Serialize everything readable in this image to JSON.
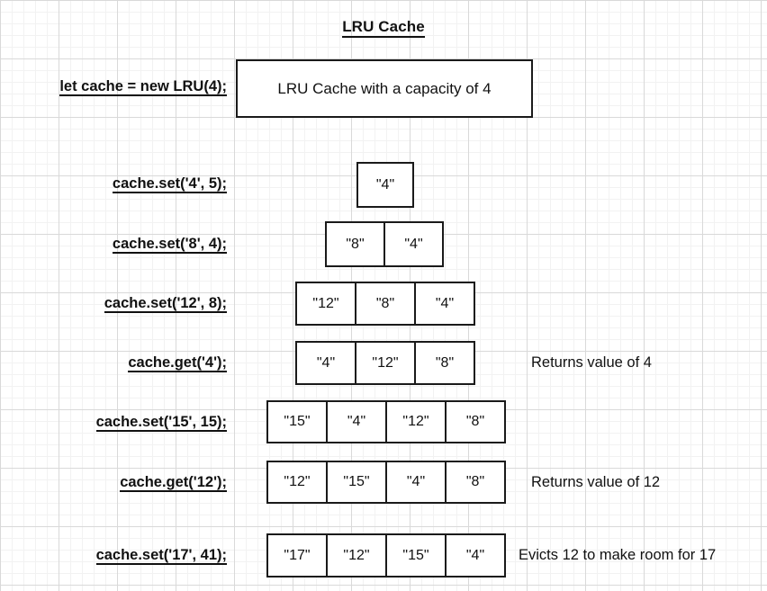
{
  "diagram": {
    "title": "LRU Cache",
    "init": {
      "label": "let cache = new LRU(4);",
      "box_text": "LRU Cache with a capacity of 4"
    },
    "steps": [
      {
        "label": "cache.set('4', 5);",
        "cells": [
          "\"4\""
        ],
        "note": ""
      },
      {
        "label": "cache.set('8', 4);",
        "cells": [
          "\"8\"",
          "\"4\""
        ],
        "note": ""
      },
      {
        "label": "cache.set('12', 8);",
        "cells": [
          "\"12\"",
          "\"8\"",
          "\"4\""
        ],
        "note": ""
      },
      {
        "label": "cache.get('4');",
        "cells": [
          "\"4\"",
          "\"12\"",
          "\"8\""
        ],
        "note": "Returns value of 4"
      },
      {
        "label": "cache.set('15', 15);",
        "cells": [
          "\"15\"",
          "\"4\"",
          "\"12\"",
          "\"8\""
        ],
        "note": ""
      },
      {
        "label": "cache.get('12');",
        "cells": [
          "\"12\"",
          "\"15\"",
          "\"4\"",
          "\"8\""
        ],
        "note": "Returns value of 12"
      },
      {
        "label": "cache.set('17', 41);",
        "cells": [
          "\"17\"",
          "\"12\"",
          "\"15\"",
          "\"4\""
        ],
        "note": "Evicts 12 to make room for 17"
      }
    ],
    "colors": {
      "stroke": "#1a1a1a",
      "text": "#111111",
      "grid_major": "#d9d9d9",
      "grid_minor": "#f2f2f2",
      "background": "#ffffff"
    }
  }
}
